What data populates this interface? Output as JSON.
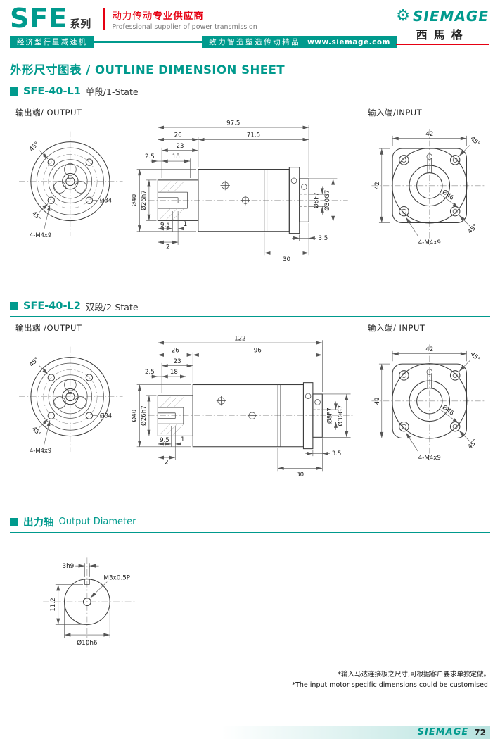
{
  "colors": {
    "teal": "#009a8d",
    "red": "#e60012"
  },
  "header": {
    "series": "SFE",
    "series_label": "系列",
    "slogan_cn": "动力传动",
    "slogan_cn_bold": "专业供应商",
    "slogan_en": "Professional supplier of power transmission",
    "category": "经济型行星减速机",
    "tagline": "致力智造塑造传动精品",
    "website": "www.siemage.com",
    "brand": "SIEMAGE",
    "brand_cn": "西馬格"
  },
  "page_title": "外形尺寸图表 / OUTLINE DIMENSION SHEET",
  "sections": {
    "l1": {
      "model": "SFE-40-L1",
      "stage": "单段/1-State",
      "output_label": "输出端/ OUTPUT",
      "input_label": "输入端/INPUT",
      "dims": {
        "overall": "97.5",
        "front": "26",
        "body": "71.5",
        "hub": "23",
        "d25": "2.5",
        "d18": "18",
        "dia_body": "Ø40",
        "dia_hub": "Ø26h7",
        "d95": "9.5",
        "d1": "1",
        "d2": "2",
        "dia_bolt": "Ø34",
        "tap_front": "4-M4x9",
        "a45": "45°",
        "dia_bore": "Ø8F7",
        "dia_pilot": "Ø30G7",
        "d35": "3.5",
        "rear": "30",
        "sq_w": "42",
        "sq_h": "42",
        "dia_boss": "Ø46",
        "tap_rear": "4-M4x9"
      }
    },
    "l2": {
      "model": "SFE-40-L2",
      "stage": "双段/2-State",
      "output_label": "输出端 /OUTPUT",
      "input_label": "输入端/ INPUT",
      "dims": {
        "overall": "122",
        "front": "26",
        "body": "96",
        "hub": "23",
        "d25": "2.5",
        "d18": "18",
        "dia_body": "Ø40",
        "dia_hub": "Ø26h7",
        "d95": "9.5",
        "d1": "1",
        "d2": "2",
        "dia_bolt": "Ø34",
        "tap_front": "4-M4x9",
        "a45": "45°",
        "dia_bore": "Ø8F7",
        "dia_pilot": "Ø30G7",
        "d35": "3.5",
        "rear": "30",
        "sq_w": "42",
        "sq_h": "42",
        "dia_boss": "Ø46",
        "tap_rear": "4-M4x9"
      }
    },
    "shaft": {
      "title_cn": "出力轴",
      "title_en": "Output Diameter",
      "dims": {
        "key": "3h9",
        "tap": "M3x0.5P",
        "height": "11.2",
        "dia": "Ø10h6"
      }
    }
  },
  "footer": {
    "note_cn": "*输入马达连接板之尺寸,可根据客户要求单独定做。",
    "note_en": "*The input motor specific dimensions could be customised.",
    "brand": "SIEMAGE",
    "page": "72"
  }
}
